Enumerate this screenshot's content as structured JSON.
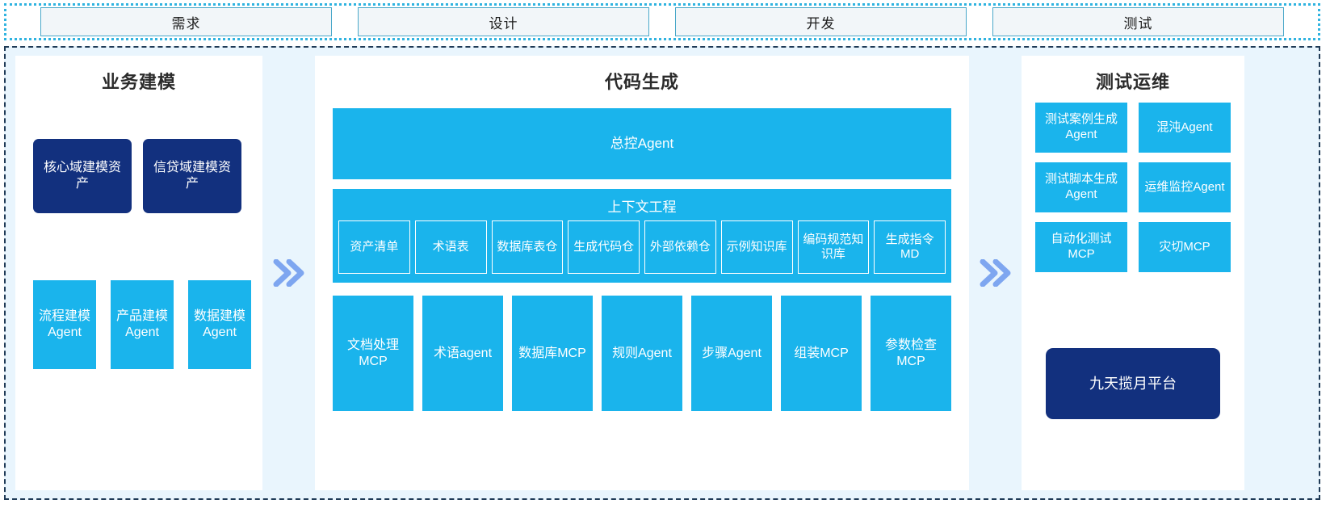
{
  "phases": {
    "items": [
      {
        "label": "需求"
      },
      {
        "label": "设计"
      },
      {
        "label": "开发"
      },
      {
        "label": "测试"
      }
    ]
  },
  "colors": {
    "accent_cyan": "#1ab4ec",
    "navy": "#12307e",
    "stage_bg": "#e9f5fd",
    "chevron": "#7ea6f0",
    "phase_border": "#4aa8c9",
    "phase_fill": "#f2f6f9"
  },
  "left_panel": {
    "title": "业务建模",
    "assets": [
      {
        "label": "核心域建模资产"
      },
      {
        "label": "信贷域建模资产"
      }
    ],
    "agents": [
      {
        "label": "流程建模Agent"
      },
      {
        "label": "产品建模Agent"
      },
      {
        "label": "数据建模Agent"
      }
    ]
  },
  "arrows": {
    "left_arrow": "double-chevron-right-icon",
    "right_arrow": "double-chevron-right-icon"
  },
  "center_panel": {
    "title": "代码生成",
    "controller": {
      "label": "总控Agent"
    },
    "context": {
      "title": "上下文工程",
      "items": [
        {
          "label": "资产清单"
        },
        {
          "label": "术语表"
        },
        {
          "label": "数据库表仓"
        },
        {
          "label": "生成代码仓"
        },
        {
          "label": "外部依赖仓"
        },
        {
          "label": "示例知识库"
        },
        {
          "label": "编码规范知识库"
        },
        {
          "label": "生成指令MD"
        }
      ]
    },
    "tools": [
      {
        "label": "文档处理MCP"
      },
      {
        "label": "术语agent"
      },
      {
        "label": "数据库MCP"
      },
      {
        "label": "规则Agent"
      },
      {
        "label": "步骤Agent"
      },
      {
        "label": "组装MCP"
      },
      {
        "label": "参数检查MCP"
      }
    ]
  },
  "right_panel": {
    "title": "测试运维",
    "items": [
      {
        "label": "测试案例生成Agent"
      },
      {
        "label": "混沌Agent"
      },
      {
        "label": "测试脚本生成Agent"
      },
      {
        "label": "运维监控Agent"
      },
      {
        "label": "自动化测试MCP"
      },
      {
        "label": "灾切MCP"
      }
    ],
    "platform": {
      "label": "九天揽月平台"
    }
  }
}
